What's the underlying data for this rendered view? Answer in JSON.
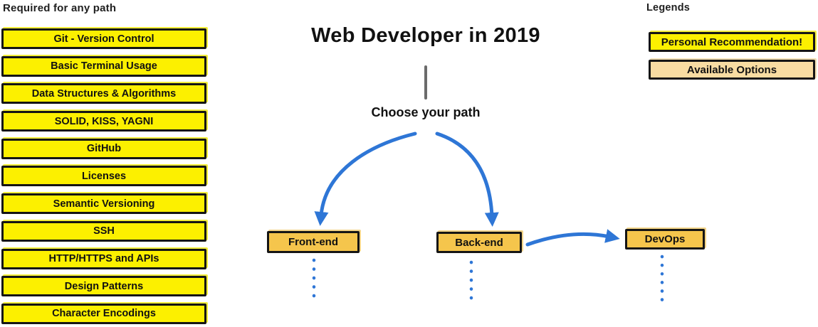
{
  "title": "Web Developer in 2019",
  "choose_path_label": "Choose your path",
  "required": {
    "heading": "Required for any path",
    "items": [
      "Git - Version Control",
      "Basic Terminal Usage",
      "Data Structures & Algorithms",
      "SOLID, KISS, YAGNI",
      "GitHub",
      "Licenses",
      "Semantic Versioning",
      "SSH",
      "HTTP/HTTPS and APIs",
      "Design Patterns",
      "Character Encodings"
    ]
  },
  "paths": {
    "items": [
      {
        "label": "Front-end"
      },
      {
        "label": "Back-end"
      },
      {
        "label": "DevOps"
      }
    ]
  },
  "legend": {
    "heading": "Legends",
    "items": [
      {
        "label": "Personal Recommendation!",
        "style": "recommendation"
      },
      {
        "label": "Available Options",
        "style": "option"
      }
    ]
  },
  "edges": [
    {
      "from": "Choose your path",
      "to": "Front-end",
      "style": "solid-arrow"
    },
    {
      "from": "Choose your path",
      "to": "Back-end",
      "style": "solid-arrow"
    },
    {
      "from": "Back-end",
      "to": "DevOps",
      "style": "solid-arrow"
    },
    {
      "from": "Front-end",
      "to": "(continues)",
      "style": "dotted"
    },
    {
      "from": "Back-end",
      "to": "(continues)",
      "style": "dotted"
    },
    {
      "from": "DevOps",
      "to": "(continues)",
      "style": "dotted"
    }
  ],
  "colors": {
    "recommendation_yellow": "#FCF000",
    "available_option_tan": "#F8DCA2",
    "path_box_gold": "#F5C54C",
    "arrow_blue": "#2E76D6",
    "connector_gray": "#6B6B6B",
    "border_black": "#151515"
  }
}
